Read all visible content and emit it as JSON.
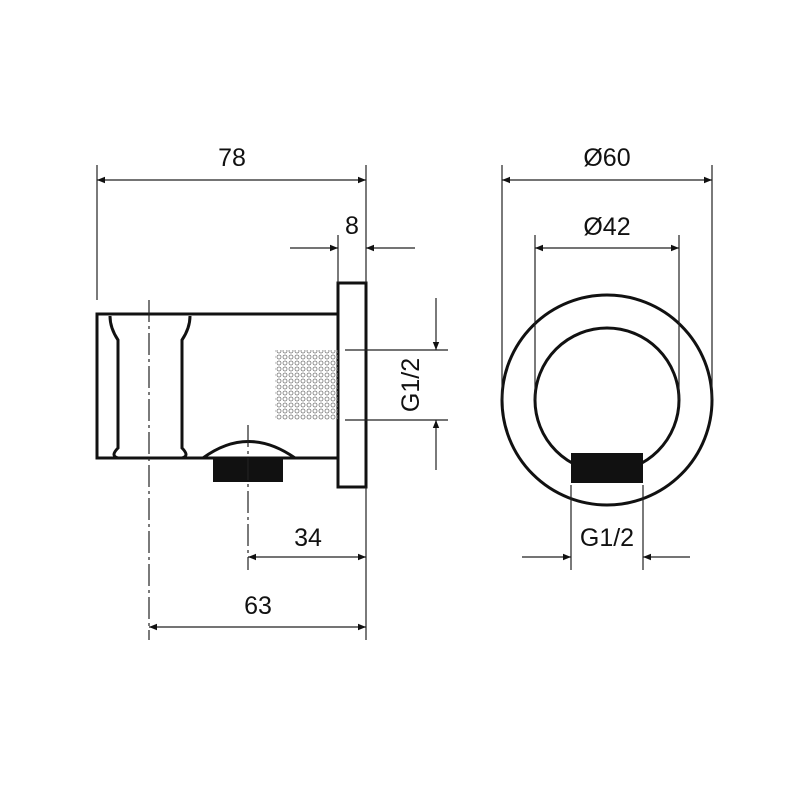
{
  "side_view": {
    "overall_length": "78",
    "flange_thickness": "8",
    "thread_inlet": "G1/2",
    "outlet_offset": "34",
    "holder_offset": "63"
  },
  "front_view": {
    "outer_diameter": "Ø60",
    "inner_diameter": "Ø42",
    "thread_outlet": "G1/2"
  },
  "colors": {
    "line": "#111111",
    "background": "#ffffff"
  }
}
